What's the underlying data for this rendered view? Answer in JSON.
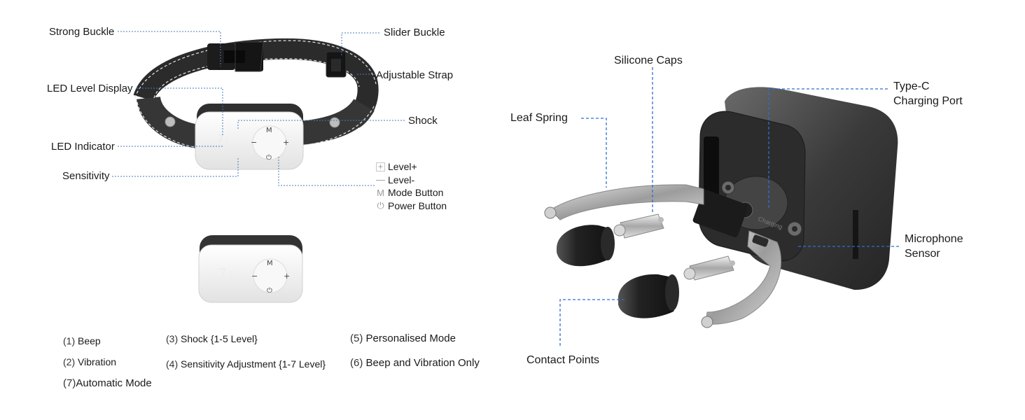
{
  "labels": {
    "strong_buckle": "Strong Buckle",
    "slider_buckle": "Slider Buckle",
    "adjustable_strap": "Adjustable Strap",
    "led_level_display": "LED Level Display",
    "shock": "Shock",
    "led_indicator": "LED Indicator",
    "sensitivity": "Sensitivity"
  },
  "buttons_legend": [
    {
      "icon": "plus-icon",
      "glyph": "+",
      "label": "Level+"
    },
    {
      "icon": "minus-icon",
      "glyph": "—",
      "label": "Level-"
    },
    {
      "icon": "mode-icon",
      "glyph": "M",
      "label": "Mode Button"
    },
    {
      "icon": "power-icon",
      "glyph": "⏻",
      "label": "Power Button"
    }
  ],
  "device_buttons": {
    "mode": "M",
    "plus": "+",
    "minus": "−",
    "power": "⏻"
  },
  "modes": [
    {
      "num": "(1)",
      "text": "Beep"
    },
    {
      "num": "(2)",
      "text": "Vibration"
    },
    {
      "num": "(3)",
      "text": "Shock {1-5 Level}"
    },
    {
      "num": "(4)",
      "text": "Sensitivity Adjustment {1-7 Level}"
    },
    {
      "num": "(5)",
      "text": "Personalised Mode"
    },
    {
      "num": "(6)",
      "text": "Beep and Vibration Only"
    },
    {
      "num": "(7)",
      "text": "Automatic Mode"
    }
  ],
  "exploded_labels": {
    "silicone_caps": "Silicone Caps",
    "type_c_line1": "Type-C",
    "type_c_line2": "Charging Port",
    "leaf_spring": "Leaf Spring",
    "microphone_line1": "Microphone",
    "microphone_line2": "Sensor",
    "contact_points": "Contact Points",
    "charging_engraving": "Charging"
  },
  "colors": {
    "strap": "#2e2e2e",
    "stitch": "#e6e6e6",
    "device_face": "#f4f4f4",
    "leader_dotted": "#4a7ab8",
    "leader_dashed": "#2f6fd1",
    "housing": "#3a3a3a",
    "metal": "#b8b8b8"
  }
}
